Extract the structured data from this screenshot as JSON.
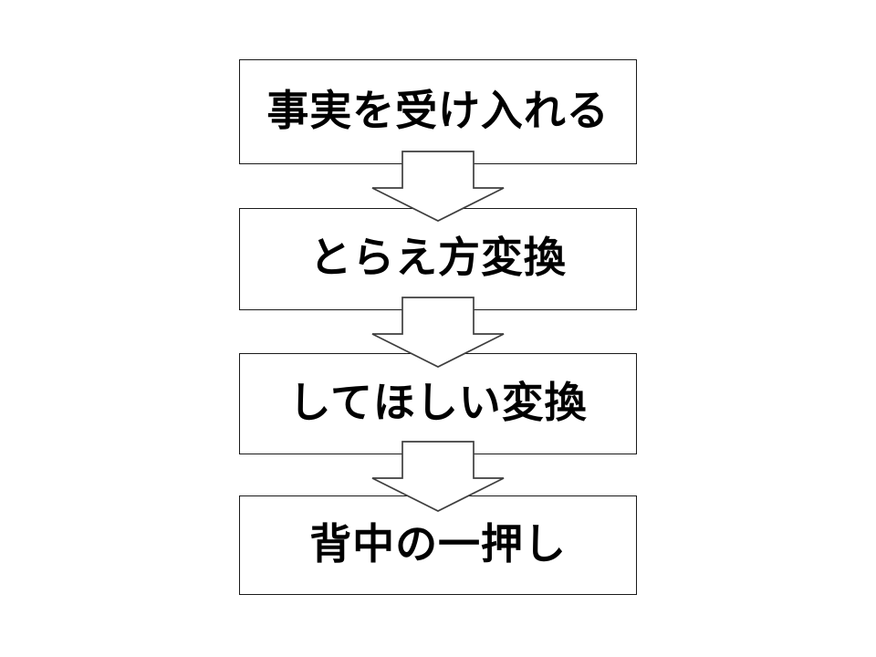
{
  "diagram": {
    "type": "flowchart",
    "orientation": "vertical",
    "background_color": "#ffffff",
    "box_fill_color": "#ffffff",
    "box_border_color": "#1a1a1a",
    "arrow_fill_color": "#ffffff",
    "arrow_border_color": "#3f3f3f",
    "text_color": "#000000",
    "steps": [
      {
        "id": "step-1",
        "label": "事実を受け入れる",
        "order": 1
      },
      {
        "id": "step-2",
        "label": "とらえ方変換",
        "order": 2
      },
      {
        "id": "step-3",
        "label": "してほしい変換",
        "order": 3
      },
      {
        "id": "step-4",
        "label": "背中の一押し",
        "order": 4
      }
    ],
    "connectors": [
      {
        "id": "arrow-1",
        "icon": "down-block-arrow-icon",
        "from": "step-1",
        "to": "step-2"
      },
      {
        "id": "arrow-2",
        "icon": "down-block-arrow-icon",
        "from": "step-2",
        "to": "step-3"
      },
      {
        "id": "arrow-3",
        "icon": "down-block-arrow-icon",
        "from": "step-3",
        "to": "step-4"
      }
    ]
  }
}
